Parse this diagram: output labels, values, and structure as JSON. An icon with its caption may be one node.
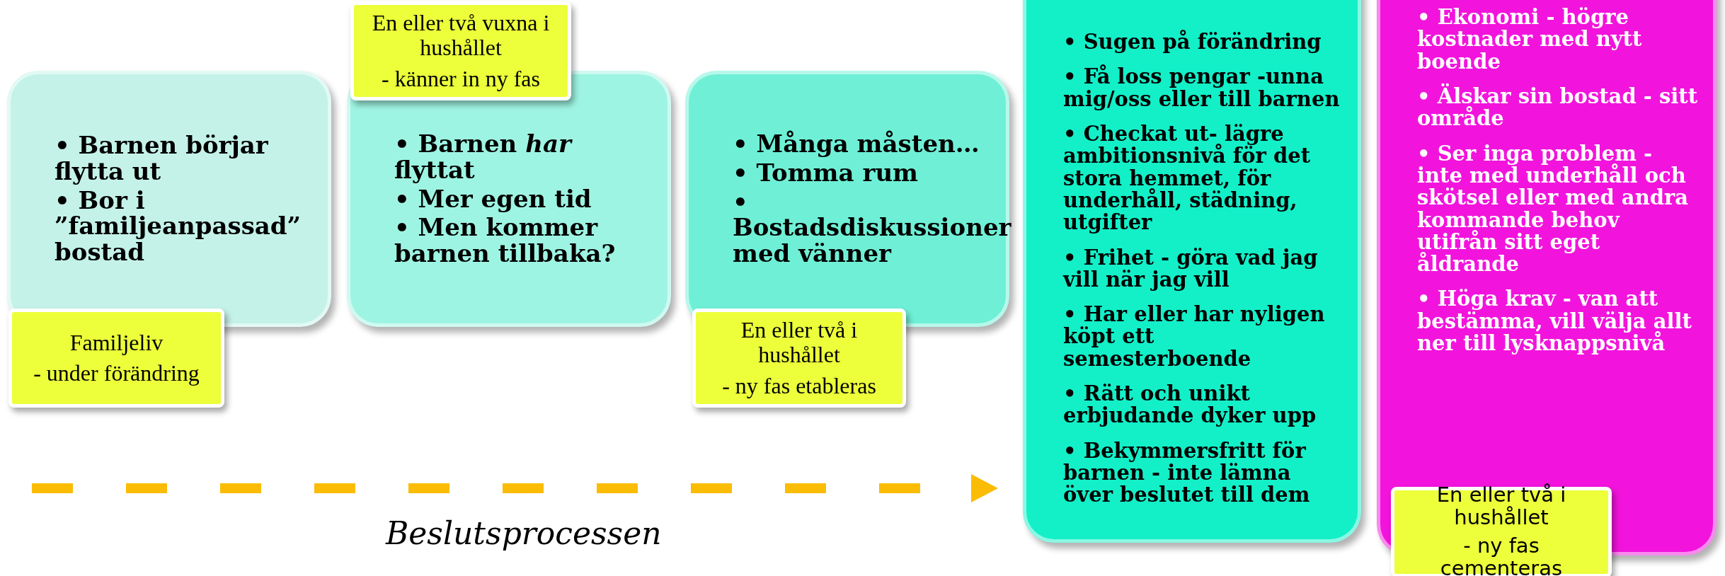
{
  "diagram": {
    "nodes": [
      {
        "text": [
          "• Barnen börjar flytta ut",
          "• Bor i ”familjeanpassad” bostad"
        ]
      },
      {
        "text": [
          "Familjeliv",
          "- under förändring"
        ]
      },
      {
        "text": [
          "• Barnen *har* flyttat",
          "• Mer egen tid",
          "• Men kommer barnen tillbaka?"
        ]
      },
      {
        "text": [
          "En eller två vuxna i hushållet",
          "- känner in ny fas"
        ]
      },
      {
        "text": [
          "• Många måsten…",
          "• Tomma rum",
          "• Bostadsdiskussioner med vänner"
        ]
      },
      {
        "text": [
          "En eller två i hushållet",
          "- ny fas etableras"
        ]
      },
      {
        "text": [
          "• Sugen på förändring",
          "• Få loss pengar -unna mig/oss eller till barnen",
          "• Checkat ut- lägre ambitionsnivå för det stora hemmet, för underhåll, städning, utgifter",
          "• Frihet - göra vad jag vill när jag vill",
          "• Har eller har nyligen köpt ett semesterboende",
          "• Rätt och unikt erbjudande dyker upp",
          "• Bekymmersfritt för barnen - inte lämna över beslutet till dem"
        ]
      },
      {
        "text": [
          "• Ekonomi - högre kostnader med nytt boende",
          "• Älskar sin bostad - sitt område",
          "• Ser inga problem - inte med underhåll och skötsel eller med andra kommande behov utifrån sitt eget åldrande",
          "• Höga krav - van att bestämma, vill välja allt ner till lysknappsnivå"
        ]
      },
      {
        "text": [
          "En eller två i hushållet",
          "- ny fas cementeras"
        ]
      }
    ],
    "edges": [],
    "labels": [
      "Beslutsprocessen"
    ]
  }
}
